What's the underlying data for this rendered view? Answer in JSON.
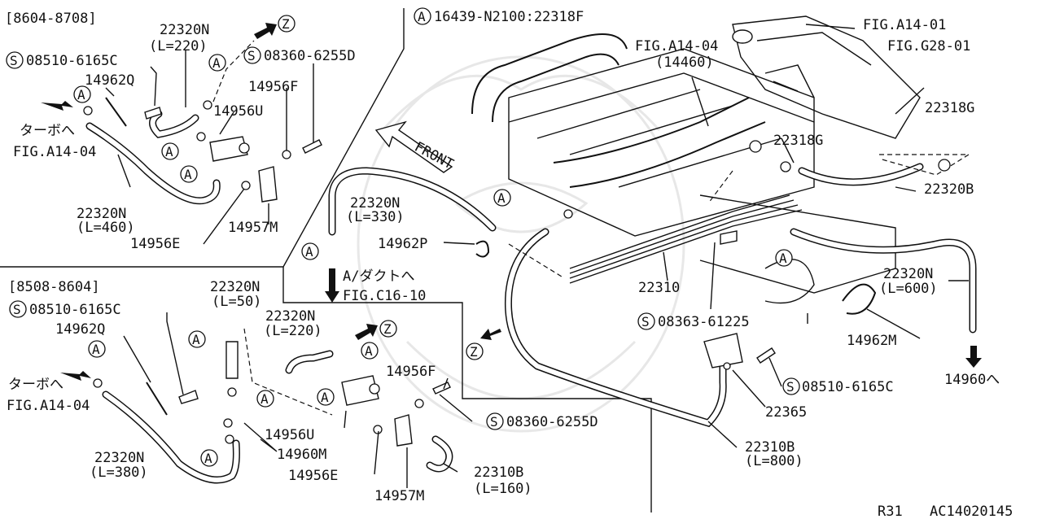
{
  "sections": {
    "top_left_range": "[8604-8708]",
    "bottom_left_range": "[8508-8604]"
  },
  "top_refs": {
    "a_ref": "16439-N2100:22318F",
    "fig_a14_01": "FIG.A14-01",
    "fig_g28_01": "FIG.G28-01",
    "fig_a14_04_top": "FIG.A14-04",
    "part_14460": "(14460)"
  },
  "callouts": {
    "c1": "08510-6165C",
    "c2": "14962Q",
    "c3": "22320N",
    "c3_len": "(L=220)",
    "c4": "08360-6255D",
    "c5": "14956F",
    "c6": "14956U",
    "c7": "ターボへ",
    "c8": "FIG.A14-04",
    "c9": "22320N",
    "c9_len": "(L=460)",
    "c10": "14956E",
    "c11": "14957M",
    "c12": "22320N",
    "c12_len": "(L=330)",
    "c13": "14962P",
    "c14": "A/ダクトへ",
    "c15": "FIG.C16-10",
    "c16": "FRONT",
    "c17": "22318G",
    "c18": "22318G",
    "c19": "22320B",
    "c20": "22310",
    "c21": "08363-61225",
    "c22": "22320N",
    "c22_len": "(L=600)",
    "c23": "14962M",
    "c24": "14960へ",
    "c25": "08510-6165C",
    "c26": "22365",
    "c27": "22310B",
    "c27_len": "(L=800)",
    "b1": "08510-6165C",
    "b2": "14962Q",
    "b3": "22320N",
    "b3_len": "(L=50)",
    "b4": "22320N",
    "b4_len": "(L=220)",
    "b5": "14956F",
    "b6": "08360-6255D",
    "b7": "ターボへ",
    "b8": "FIG.A14-04",
    "b9": "14956U",
    "b10": "14960M",
    "b11": "22320N",
    "b11_len": "(L=380)",
    "b12": "14956E",
    "b13": "22310B",
    "b13_len": "(L=160)",
    "b14": "14957M"
  },
  "markers": {
    "a": "A",
    "s": "S",
    "z": "Z"
  },
  "footer": {
    "model": "R31",
    "code": "AC14020145"
  }
}
